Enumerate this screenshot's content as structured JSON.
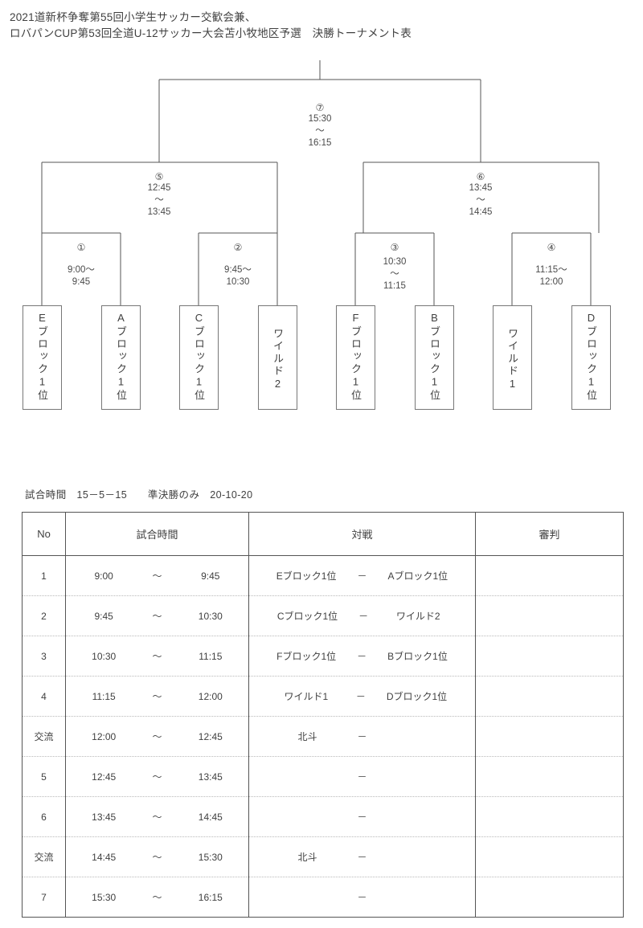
{
  "title": "2021道新杯争奪第55回小学生サッカー交歓会兼、\nロバパンCUP第53回全道U-12サッカー大会苫小牧地区予選　決勝トーナメント表",
  "colors": {
    "highlight": "#ffff00",
    "line": "#555555",
    "box_border": "#777777",
    "text": "#3f3f3f"
  },
  "bracket": {
    "matches": [
      {
        "id": "m1",
        "num": "①",
        "time": "9:00～\n9:45"
      },
      {
        "id": "m2",
        "num": "②",
        "time": "9:45～\n10:30"
      },
      {
        "id": "m3",
        "num": "③",
        "time": "10:30\n～\n11:15"
      },
      {
        "id": "m4",
        "num": "④",
        "time": "11:15～\n12:00"
      },
      {
        "id": "m5",
        "num": "⑤",
        "time": "12:45\n～\n13:45"
      },
      {
        "id": "m6",
        "num": "⑥",
        "time": "13:45\n～\n14:45"
      },
      {
        "id": "m7",
        "num": "⑦",
        "time": "15:30\n～\n16:15"
      }
    ],
    "teams": [
      {
        "id": "t1",
        "label": "Eブロック1位"
      },
      {
        "id": "t2",
        "label": "Aブロック1位"
      },
      {
        "id": "t3",
        "label": "Cブロック1位"
      },
      {
        "id": "t4",
        "label": "ワイルド2"
      },
      {
        "id": "t5",
        "label": "Fブロック1位"
      },
      {
        "id": "t6",
        "label": "Bブロック1位"
      },
      {
        "id": "t7",
        "label": "ワイルド1"
      },
      {
        "id": "t8",
        "label": "Dブロック1位"
      }
    ]
  },
  "legend": "試合時間　15－5－15　　準決勝のみ　20-10-20",
  "table": {
    "headers": [
      "No",
      "試合時間",
      "対戦",
      "審判"
    ],
    "rows": [
      {
        "no": "1",
        "start": "9:00",
        "tilde": "～",
        "end": "9:45",
        "left": "Eブロック1位",
        "dash": "－",
        "right": "Aブロック1位",
        "referee": "",
        "highlight": false
      },
      {
        "no": "2",
        "start": "9:45",
        "tilde": "～",
        "end": "10:30",
        "left": "Cブロック1位",
        "dash": "－",
        "right": "ワイルド2",
        "referee": "",
        "highlight": false
      },
      {
        "no": "3",
        "start": "10:30",
        "tilde": "～",
        "end": "11:15",
        "left": "Fブロック1位",
        "dash": "－",
        "right": "Bブロック1位",
        "referee": "",
        "highlight": false
      },
      {
        "no": "4",
        "start": "11:15",
        "tilde": "～",
        "end": "12:00",
        "left": "ワイルド1",
        "dash": "－",
        "right": "Dブロック1位",
        "referee": "",
        "highlight": false
      },
      {
        "no": "交流",
        "start": "12:00",
        "tilde": "～",
        "end": "12:45",
        "left": "北斗",
        "dash": "－",
        "right": "",
        "referee": "",
        "highlight": true
      },
      {
        "no": "5",
        "start": "12:45",
        "tilde": "～",
        "end": "13:45",
        "left": "",
        "dash": "－",
        "right": "",
        "referee": "",
        "highlight": false
      },
      {
        "no": "6",
        "start": "13:45",
        "tilde": "～",
        "end": "14:45",
        "left": "",
        "dash": "－",
        "right": "",
        "referee": "",
        "highlight": false
      },
      {
        "no": "交流",
        "start": "14:45",
        "tilde": "～",
        "end": "15:30",
        "left": "北斗",
        "dash": "－",
        "right": "",
        "referee": "",
        "highlight": true
      },
      {
        "no": "7",
        "start": "15:30",
        "tilde": "～",
        "end": "16:15",
        "left": "",
        "dash": "－",
        "right": "",
        "referee": "",
        "highlight": false
      }
    ]
  }
}
